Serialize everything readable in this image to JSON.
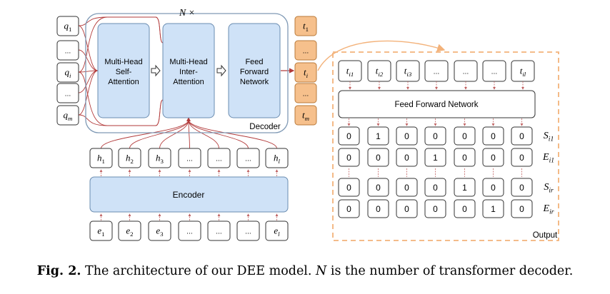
{
  "colors": {
    "block_fill": "#cfe2f7",
    "block_stroke": "#6a8cb0",
    "token_fill": "#f6c08c",
    "token_stroke": "#b97a3a",
    "dashed_border": "#f3b27a",
    "decoder_border": "#7f99b5",
    "red_line": "#b23a3a"
  },
  "decoder": {
    "repeat_label": "N ×",
    "label": "Decoder",
    "blocks": [
      {
        "lines": [
          "Multi-Head",
          "Self-",
          "Attention"
        ]
      },
      {
        "lines": [
          "Multi-Head",
          "Inter-",
          "Attention"
        ]
      },
      {
        "lines": [
          "Feed",
          "Forward",
          "Network"
        ]
      }
    ]
  },
  "queries": [
    {
      "base": "q",
      "sub": "1"
    },
    {
      "base": "...",
      "sub": ""
    },
    {
      "base": "q",
      "sub": "i"
    },
    {
      "base": "...",
      "sub": ""
    },
    {
      "base": "q",
      "sub": "m"
    }
  ],
  "outputs": [
    {
      "base": "t",
      "sub": "1"
    },
    {
      "base": "...",
      "sub": ""
    },
    {
      "base": "t",
      "sub": "i"
    },
    {
      "base": "...",
      "sub": ""
    },
    {
      "base": "t",
      "sub": "m"
    }
  ],
  "hidden": [
    {
      "base": "h",
      "sub": "1"
    },
    {
      "base": "h",
      "sub": "2"
    },
    {
      "base": "h",
      "sub": "3"
    },
    {
      "base": "...",
      "sub": ""
    },
    {
      "base": "...",
      "sub": ""
    },
    {
      "base": "...",
      "sub": ""
    },
    {
      "base": "h",
      "sub": "l"
    }
  ],
  "encoder": {
    "label": "Encoder"
  },
  "embeddings": [
    {
      "base": "e",
      "sub": "1"
    },
    {
      "base": "e",
      "sub": "2"
    },
    {
      "base": "e",
      "sub": "3"
    },
    {
      "base": "...",
      "sub": ""
    },
    {
      "base": "...",
      "sub": ""
    },
    {
      "base": "...",
      "sub": ""
    },
    {
      "base": "e",
      "sub": "l"
    }
  ],
  "output_panel": {
    "label": "Output",
    "ffn_label": "Feed Forward Network",
    "tokens": [
      {
        "base": "t",
        "sub": "i1"
      },
      {
        "base": "t",
        "sub": "i2"
      },
      {
        "base": "t",
        "sub": "i3"
      },
      {
        "base": "...",
        "sub": ""
      },
      {
        "base": "...",
        "sub": ""
      },
      {
        "base": "...",
        "sub": ""
      },
      {
        "base": "t",
        "sub": "il"
      }
    ],
    "rows": [
      {
        "label_base": "S",
        "label_sub": "i1",
        "values": [
          "0",
          "1",
          "0",
          "0",
          "0",
          "0",
          "0"
        ]
      },
      {
        "label_base": "E",
        "label_sub": "i1",
        "values": [
          "0",
          "0",
          "0",
          "1",
          "0",
          "0",
          "0"
        ]
      },
      {
        "label_base": "S",
        "label_sub": "ir",
        "values": [
          "0",
          "0",
          "0",
          "0",
          "1",
          "0",
          "0"
        ]
      },
      {
        "label_base": "E",
        "label_sub": "ir",
        "values": [
          "0",
          "0",
          "0",
          "0",
          "0",
          "1",
          "0"
        ]
      }
    ]
  },
  "caption": {
    "label": "Fig. 2.",
    "text_before": " The architecture of our DEE model. ",
    "symbol": "N",
    "text_after": " is the number of transformer decoder."
  }
}
